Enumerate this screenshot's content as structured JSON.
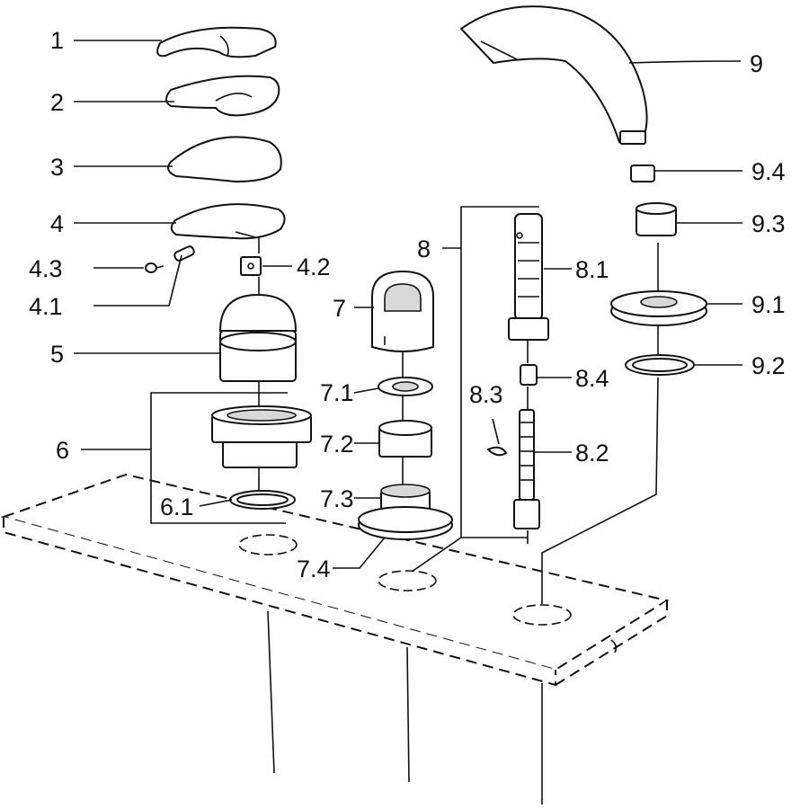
{
  "diagram": {
    "part_labels": [
      "1",
      "2",
      "3",
      "4",
      "4.3",
      "4.1",
      "4.2",
      "5",
      "6",
      "6.1",
      "7",
      "7.1",
      "7.2",
      "7.3",
      "7.4",
      "8",
      "8.1",
      "8.4",
      "8.3",
      "8.2",
      "9",
      "9.4",
      "9.3",
      "9.1",
      "9.2"
    ]
  }
}
